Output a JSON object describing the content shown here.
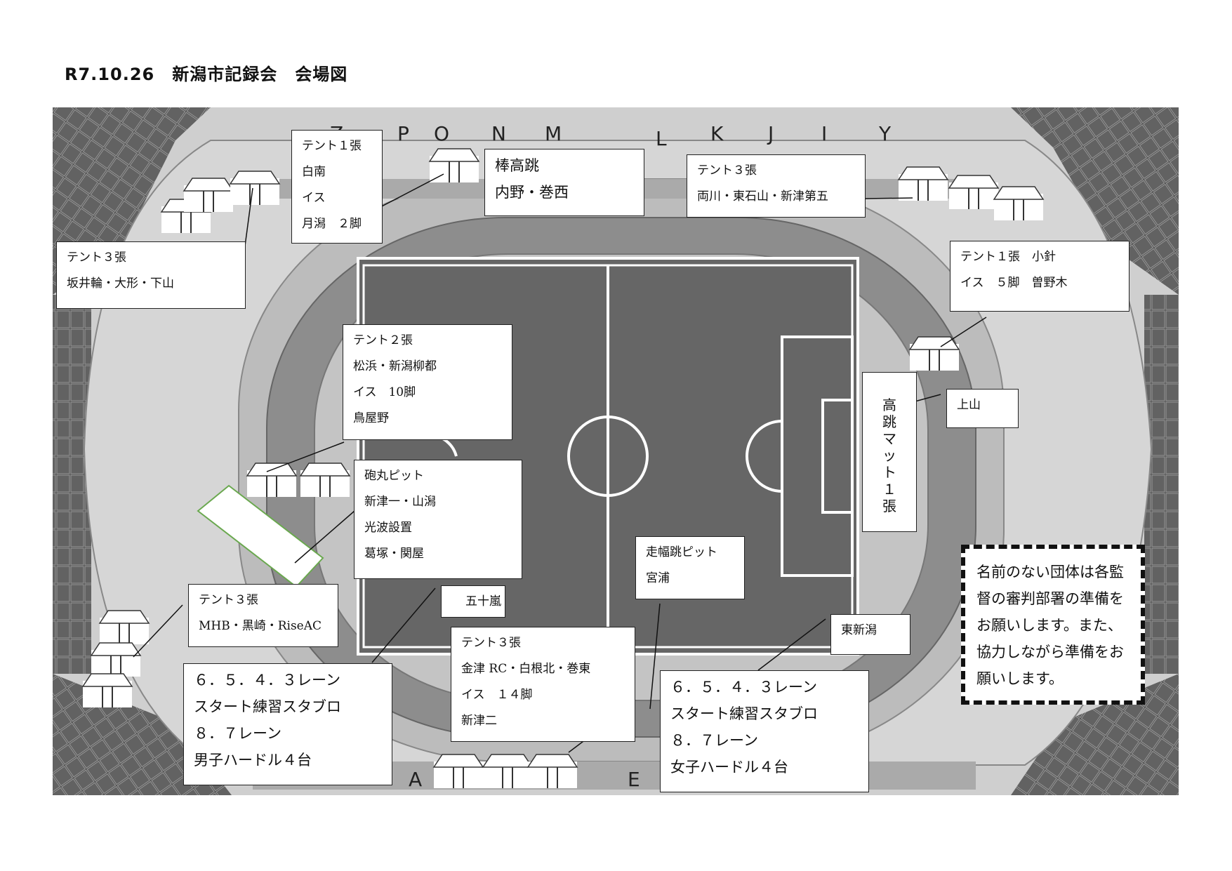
{
  "title": "R7.10.26　新潟市記録会　会場図",
  "top_letters": [
    "Z",
    "P",
    "O",
    "N",
    "M",
    "L",
    "K",
    "J",
    "I",
    "Y"
  ],
  "bottom_letters": [
    "A",
    "E"
  ],
  "labels": {
    "tent1_shiranami": [
      "テント１張",
      "白南",
      "イス",
      "月潟　２脚"
    ],
    "pole_vault": [
      "棒高跳",
      "内野・巻西"
    ],
    "tent3_top": [
      "テント３張",
      "両川・東石山・新津第五"
    ],
    "tent3_left": [
      "テント３張",
      "坂井輪・大形・下山"
    ],
    "tent1_right": [
      "テント１張　小針",
      "イス　５脚　曽野木"
    ],
    "tent2_center": [
      "テント２張",
      "松浜・新潟柳都",
      "イス　10脚",
      "鳥屋野"
    ],
    "shotput": [
      "砲丸ピット",
      "新津一・山潟",
      "光波設置",
      "葛塚・関屋"
    ],
    "uesan": [
      "上山"
    ],
    "high_jump_mat": "高跳マット１張",
    "long_jump": [
      "走幅跳ピット",
      "宮浦"
    ],
    "tent3_mhb": [
      "テント３張",
      "MHB・黒崎・RiseAC"
    ],
    "igarashi": [
      "五十嵐"
    ],
    "higashi_niigata": [
      "東新潟"
    ],
    "tent3_bottom": [
      "テント３張",
      "金津 RC・白根北・巻東",
      "イス　１４脚",
      "新津二"
    ],
    "hurdle_men": [
      "６．５．４．３レーン",
      "スタート練習スタブロ",
      "８．７レーン",
      "男子ハードル４台"
    ],
    "hurdle_women": [
      "６．５．４．３レーン",
      "スタート練習スタブロ",
      "８．７レーン",
      "女子ハードル４台"
    ]
  },
  "note": "名前のない団体は各監督の審判部署の準備をお願いします。また、協力しながら準備をお願いします。",
  "colors": {
    "stands": "#555555",
    "infield": "#6e6e6e",
    "track": "#8a8a8a",
    "apron": "#bdbdbd",
    "green_outline": "#6aa84f"
  }
}
